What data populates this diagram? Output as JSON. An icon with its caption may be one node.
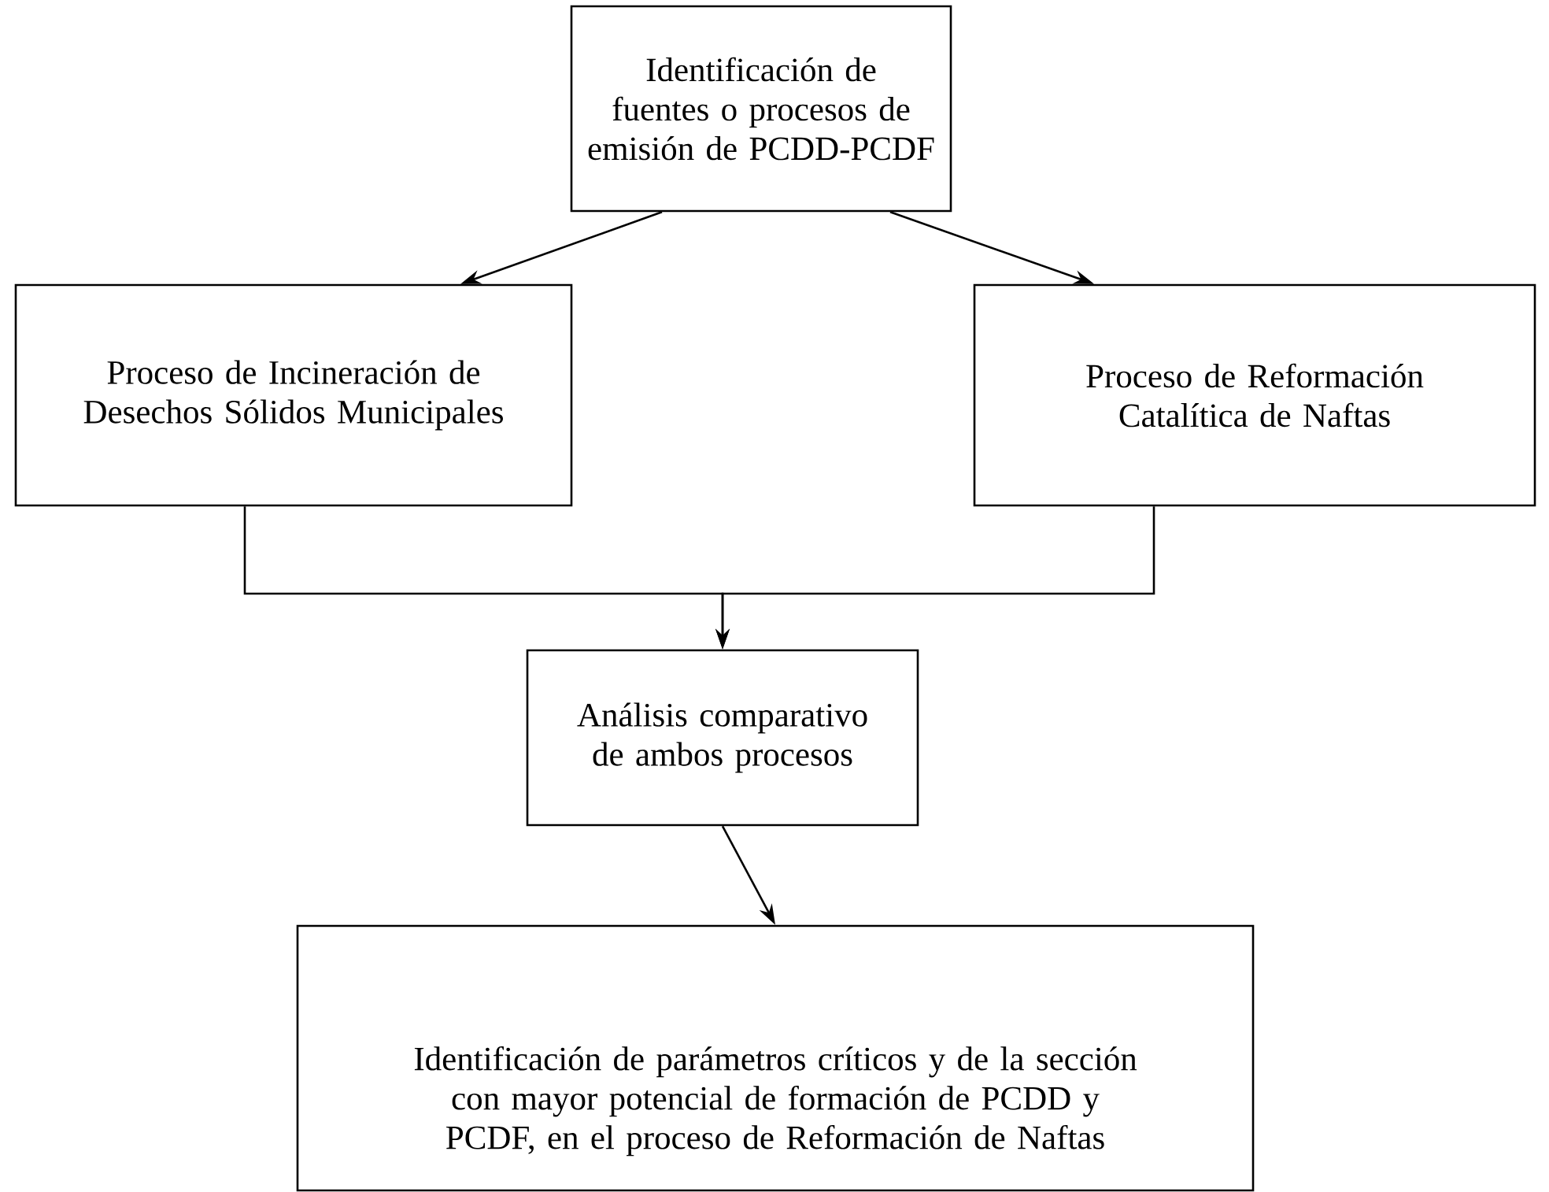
{
  "diagram": {
    "nodes": [
      {
        "text": [
          "Identificación de fuentes o procesos de emisión de PCDD-PCDF"
        ]
      },
      {
        "text": [
          "Proceso de Incineración de Desechos Sólidos Municipales"
        ]
      },
      {
        "text": [
          "Proceso de Reformación Catalítica de Naftas"
        ]
      },
      {
        "text": [
          "Análisis comparativo de ambos procesos"
        ]
      },
      {
        "text": [
          "Identificación de parámetros críticos y de la sección con mayor potencial de formación de PCDD y PCDF, en el proceso de Reformación de Naftas"
        ]
      }
    ],
    "edges": [
      {
        "from": 0,
        "to": 1,
        "arrow": "to"
      },
      {
        "from": 0,
        "to": 2,
        "arrow": "to"
      },
      {
        "from": 1,
        "to": 3,
        "arrow": "to"
      },
      {
        "from": 2,
        "to": 3,
        "arrow": "to"
      },
      {
        "from": 3,
        "to": 4,
        "arrow": "to"
      }
    ]
  }
}
